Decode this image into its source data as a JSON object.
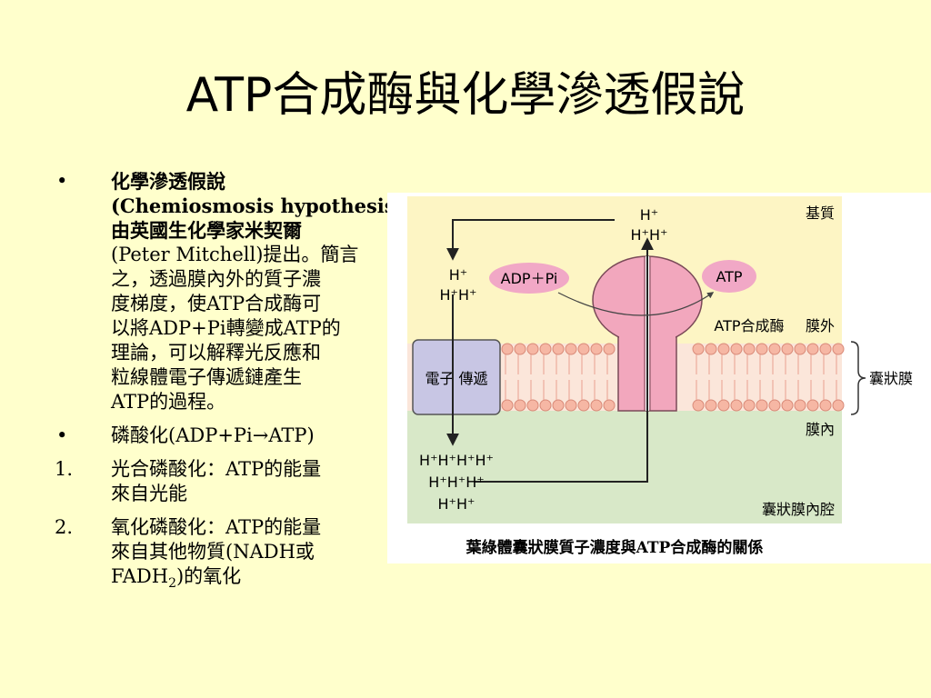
{
  "slide": {
    "title": "ATP合成酶與化學滲透假說"
  },
  "bullets": [
    {
      "marker": "•",
      "lines": [
        {
          "text": "化學滲透假說",
          "bold": true
        },
        {
          "text": "(Chemiosmosis hypothesis）",
          "bold": true
        },
        {
          "text": "由英國生化學家米契爾",
          "bold": true
        },
        {
          "text": "(Peter Mitchell)提出。簡言",
          "bold": false
        },
        {
          "text": "之，透過膜內外的質子濃",
          "bold": false
        },
        {
          "text": "度梯度，使ATP合成酶可",
          "bold": false
        },
        {
          "text": "以將ADP+Pi轉變成ATP的",
          "bold": false
        },
        {
          "text": "理論，可以解釋光反應和",
          "bold": false
        },
        {
          "text": "粒線體電子傳遞鏈產生",
          "bold": false
        },
        {
          "text": "ATP的過程。",
          "bold": false
        }
      ]
    },
    {
      "marker": "•",
      "lines": [
        {
          "text": "磷酸化(ADP+Pi→ATP)",
          "bold": false
        }
      ]
    }
  ],
  "numbered": [
    {
      "marker": "1.",
      "line1": "光合磷酸化：ATP的能量",
      "line2": "來自光能"
    },
    {
      "marker": "2.",
      "line1": "氧化磷酸化：ATP的能量",
      "line2": "來自其他物質(NADH或",
      "line3_pre": "FADH",
      "line3_sub": "2",
      "line3_post": ")的氧化"
    }
  ],
  "figure": {
    "regions": {
      "stroma": "基質",
      "outer": "膜外",
      "membrane": "囊狀膜",
      "inner": "膜內",
      "lumen": "囊狀膜內腔"
    },
    "enzyme_label": "ATP合成酶",
    "transport_label": "電子 傳遞",
    "adp_label": "ADP＋Pi",
    "atp_label": "ATP",
    "proton_top": [
      "H⁺",
      "H⁺H⁺"
    ],
    "proton_left": [
      "H⁺",
      "H⁺H⁺"
    ],
    "proton_bottom": [
      "H⁺H⁺H⁺H⁺",
      "H⁺H⁺H⁺",
      "H⁺H⁺"
    ],
    "caption": "葉綠體囊狀膜質子濃度與ATP合成酶的關係",
    "colors": {
      "stroma": "#fdf5c4",
      "lumen": "#d8e8c8",
      "lipid": "#f6b7a4",
      "enzyme": "#f2a7bd",
      "transport": "#c8c6e4",
      "adp": "#f1a8c6"
    }
  }
}
